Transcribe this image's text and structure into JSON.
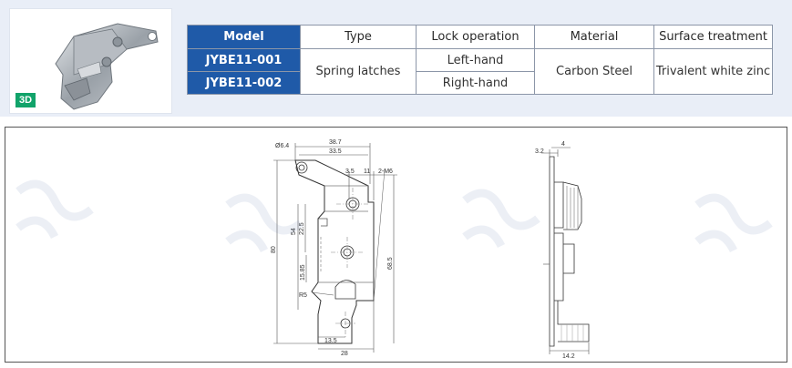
{
  "badge": "3D",
  "table": {
    "headers": [
      "Model",
      "Type",
      "Lock operation",
      "Material",
      "Surface treatment"
    ],
    "rows": [
      {
        "model": "JYBE11-001",
        "lock": "Left-hand"
      },
      {
        "model": "JYBE11-002",
        "lock": "Right-hand"
      }
    ],
    "type": "Spring latches",
    "material": "Carbon Steel",
    "surface": "Trivalent white zinc"
  },
  "drawing": {
    "front": {
      "hole_dia": "Ø6.4",
      "w_total": "38.7",
      "w_top": "33.5",
      "d_3_5": "3.5",
      "d_11": "11",
      "thread": "2-M6",
      "h_54": "54",
      "h_22_5": "22.5",
      "h_80": "80",
      "h_15_85": "15.85",
      "h_68_5": "68.5",
      "radius": "R5",
      "w_13_5": "13.5",
      "w_28": "28"
    },
    "side": {
      "t_3_2": "3.2",
      "t_4": "4",
      "w_14_2": "14.2"
    }
  },
  "colors": {
    "header_blue": "#1f5aa8",
    "band": "#e9eef7",
    "badge_green": "#11a36a"
  }
}
